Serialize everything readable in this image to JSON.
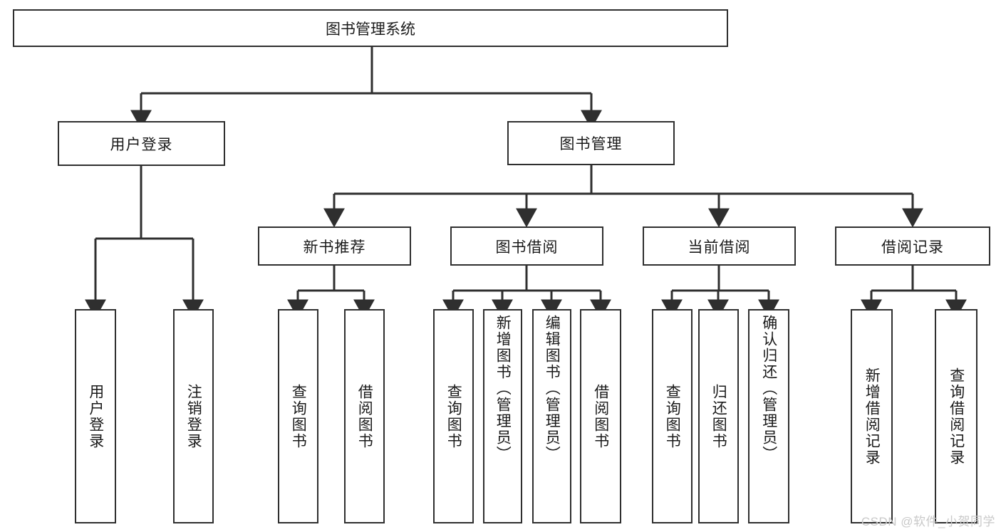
{
  "diagram": {
    "title": "图书管理系统",
    "type": "tree",
    "root": {
      "label": "图书管理系统"
    },
    "level2": [
      {
        "label": "用户登录"
      },
      {
        "label": "图书管理"
      }
    ],
    "level3": [
      {
        "label": "新书推荐"
      },
      {
        "label": "图书借阅"
      },
      {
        "label": "当前借阅"
      },
      {
        "label": "借阅记录"
      }
    ],
    "leaves": {
      "user_login": [
        {
          "label": "用户登录"
        },
        {
          "label": "注销登录"
        }
      ],
      "new_book_recommend": [
        {
          "label": "查询图书"
        },
        {
          "label": "借阅图书"
        }
      ],
      "book_borrow": [
        {
          "label": "查询图书"
        },
        {
          "label": "新增图书（管理员）"
        },
        {
          "label": "编辑图书（管理员）"
        },
        {
          "label": "借阅图书"
        }
      ],
      "current_borrow": [
        {
          "label": "查询图书"
        },
        {
          "label": "归还图书"
        },
        {
          "label": "确认归还（管理员）"
        }
      ],
      "borrow_record": [
        {
          "label": "新增借阅记录"
        },
        {
          "label": "查询借阅记录"
        }
      ]
    },
    "watermark": "CSDN @软件_小贺同学",
    "colors": {
      "stroke": "#2f2f2f",
      "fill": "#ffffff",
      "text": "#1a1a1a",
      "watermark": "#c9c9c9"
    }
  }
}
